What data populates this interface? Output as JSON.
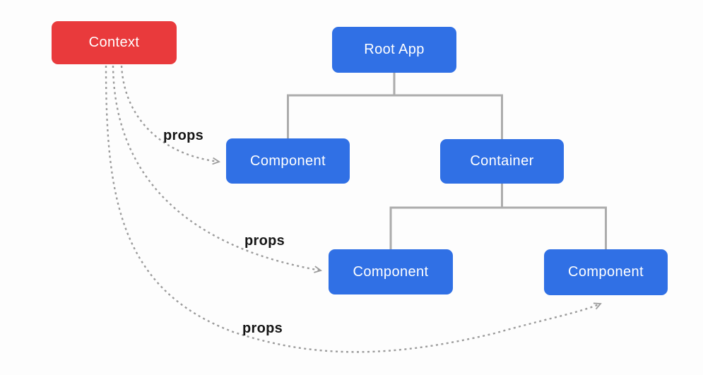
{
  "colors": {
    "background": "#FDFDFD",
    "context_red": "#E93A3C",
    "node_blue": "#3070E5",
    "box_text": "#FFFFFF",
    "connector_gray": "#ACACAC",
    "dash_gray": "#9C9C9C",
    "label_black": "#161616"
  },
  "nodes": {
    "context": {
      "label": "Context"
    },
    "root_app": {
      "label": "Root App"
    },
    "component_mid": {
      "label": "Component"
    },
    "container": {
      "label": "Container"
    },
    "component_bottom_left": {
      "label": "Component"
    },
    "component_bottom_right": {
      "label": "Component"
    }
  },
  "edges": {
    "props_to_component_mid": {
      "label": "props"
    },
    "props_to_component_bottom_left": {
      "label": "props"
    },
    "props_to_component_bottom_right": {
      "label": "props"
    }
  }
}
